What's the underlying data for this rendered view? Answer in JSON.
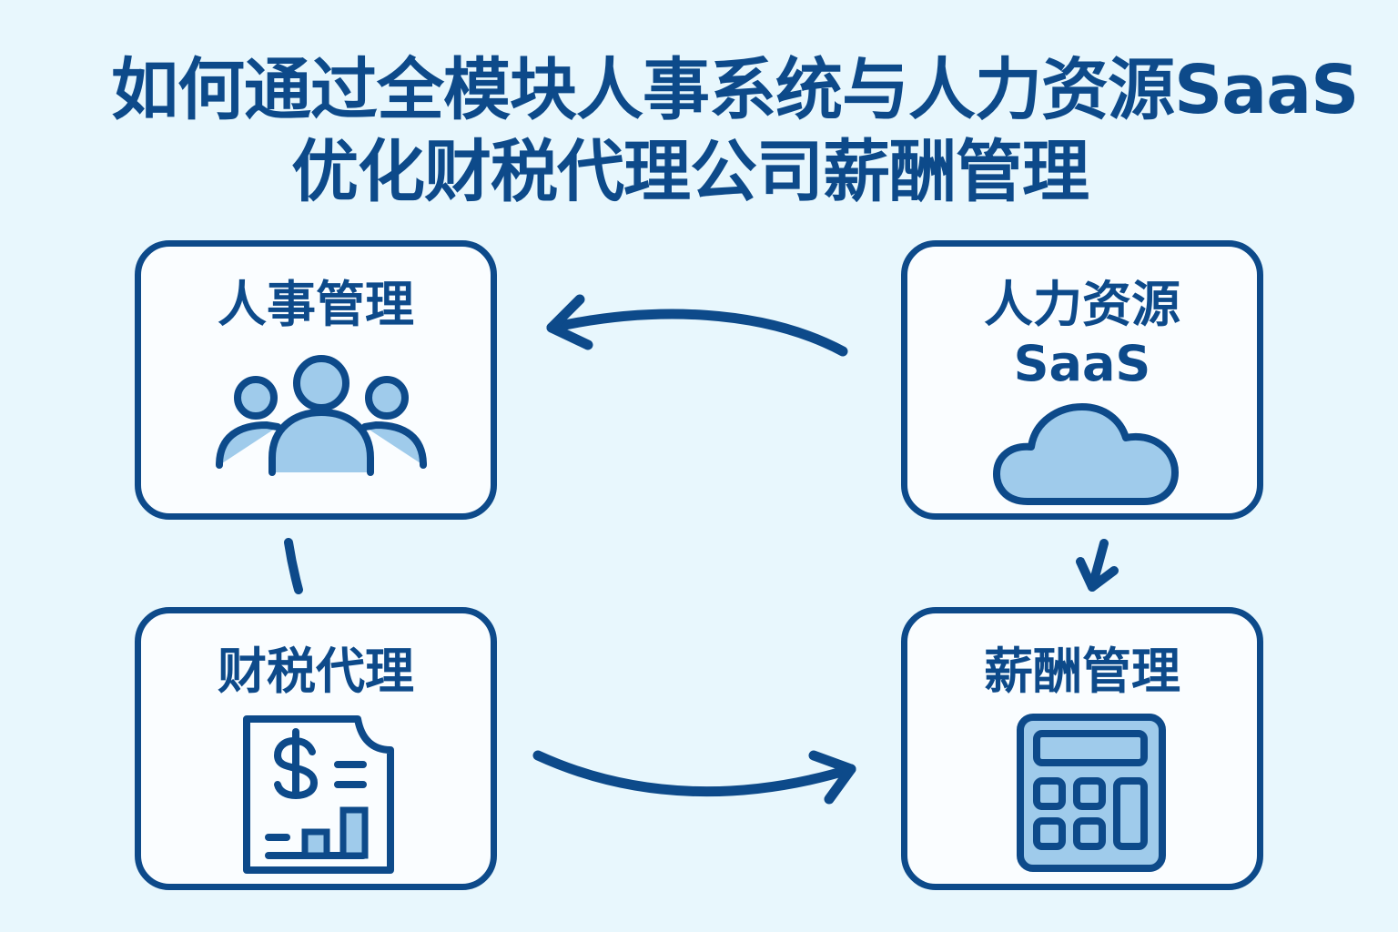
{
  "title": {
    "line1": "如何通过全模块人事系统与人力资源SaaS",
    "line2": "优化财税代理公司薪酬管理"
  },
  "nodes": [
    {
      "id": "hr",
      "label": "人事管理",
      "icon": "people-group-icon"
    },
    {
      "id": "saas",
      "label": "人力资源",
      "sublabel": "SaaS",
      "icon": "cloud-icon"
    },
    {
      "id": "tax",
      "label": "财税代理",
      "icon": "tax-document-icon"
    },
    {
      "id": "payroll",
      "label": "薪酬管理",
      "icon": "calculator-icon"
    }
  ],
  "edges": [
    {
      "from": "saas",
      "to": "hr",
      "type": "arrow"
    },
    {
      "from": "hr",
      "to": "tax",
      "type": "line"
    },
    {
      "from": "tax",
      "to": "payroll",
      "type": "arrow"
    },
    {
      "from": "saas",
      "to": "payroll",
      "type": "arrow"
    }
  ],
  "colors": {
    "background": "#e8f7fd",
    "primary": "#0d4a8a",
    "box_fill": "#fafdff",
    "icon_fill": "#9fcbeb"
  }
}
